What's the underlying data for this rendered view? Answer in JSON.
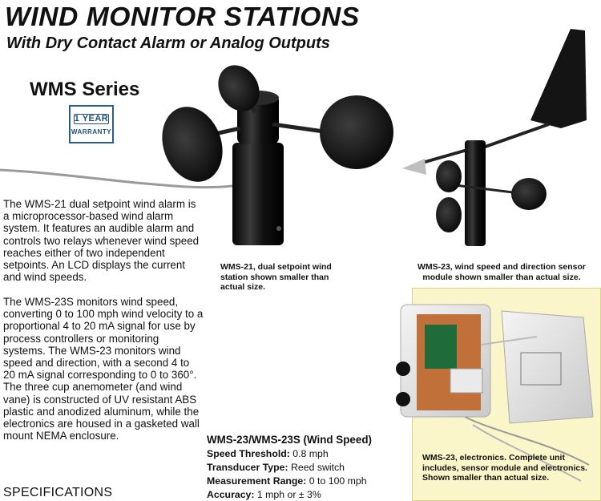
{
  "header": {
    "title": "WIND MONITOR STATIONS",
    "subtitle": "With Dry Contact Alarm or Analog Outputs",
    "series": "WMS Series"
  },
  "warranty": {
    "years": "1 YEAR",
    "label": "WARRANTY"
  },
  "description": {
    "paragraph1": "The WMS-21 dual setpoint wind alarm is a microprocessor-based wind alarm system. It features an audible alarm and controls two relays whenever wind speed reaches either of two independent setpoints. An LCD displays the current and wind speeds.",
    "paragraph2": "The WMS-23S monitors wind speed, converting 0 to 100 mph wind velocity to a proportional 4 to 20 mA signal for use by process controllers or monitoring systems. The WMS-23 monitors wind speed and direction, with a second 4 to 20 mA signal corresponding to 0 to 360°. The three cup anemometer (and wind vane) is constructed of UV resistant ABS plastic and anodized aluminum, while the electronics are housed in a gasketed wall mount NEMA enclosure."
  },
  "specifications_heading": "SPECIFICATIONS",
  "captions": {
    "wms21": "WMS-21, dual setpoint wind station shown smaller than actual size.",
    "wms23_sensor": "WMS-23, wind speed and direction sensor module shown smaller than actual size.",
    "wms23_electronics": "WMS-23, electronics. Complete unit includes, sensor module and electronics. Shown smaller than actual size."
  },
  "spec_table": {
    "heading": "WMS-23/WMS-23S (Wind Speed)",
    "rows": [
      {
        "label": "Speed Threshold:",
        "value": "0.8 mph"
      },
      {
        "label": "Transducer Type:",
        "value": "Reed switch"
      },
      {
        "label": "Measurement Range:",
        "value": "0 to 100 mph"
      },
      {
        "label": "Accuracy:",
        "value": "1 mph or ± 3%"
      }
    ]
  },
  "colors": {
    "panel_background": "#fbf6c9",
    "warranty_blue": "#1d4f78"
  }
}
